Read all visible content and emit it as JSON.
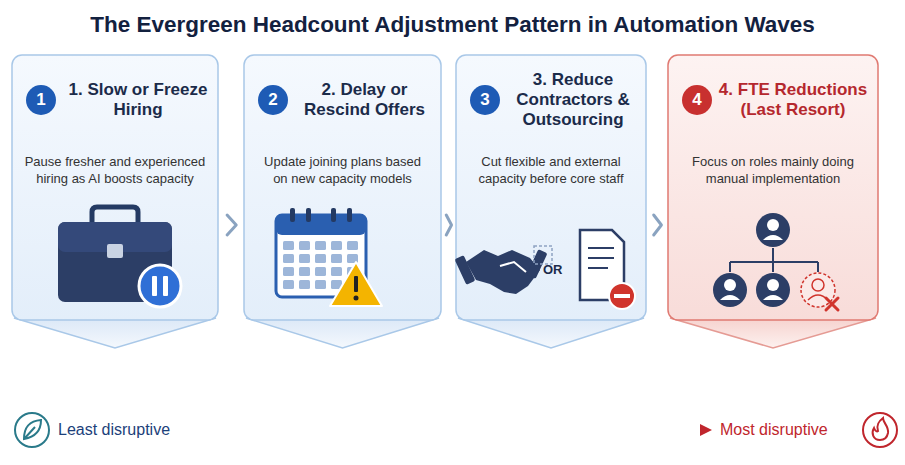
{
  "diagram": {
    "title": "The Evergreen Headcount Adjustment Pattern in Automation Waves",
    "nodes": [
      {
        "text": [
          "1. Slow or Freeze Hiring",
          "Pause fresher and experienced hiring as AI boosts capacity"
        ]
      },
      {
        "text": [
          "1"
        ],
        "in": 0
      },
      {
        "text": [
          "2. Delay or Rescind Offers",
          "Update joining plans based on new capacity models"
        ]
      },
      {
        "text": [
          "2"
        ],
        "in": 2
      },
      {
        "text": [
          "3. Reduce Contractors & Outsourcing",
          "Cut flexible and external capacity before core staff"
        ]
      },
      {
        "text": [
          "3"
        ],
        "in": 4
      },
      {
        "text": [
          "4. FTE Reductions (Last Resort)",
          "Focus on roles mainly doing manual implementation"
        ]
      },
      {
        "text": [
          "4"
        ],
        "in": 6
      }
    ],
    "edges": [
      {
        "from": 0,
        "to": 2,
        "arrow": "to"
      },
      {
        "from": 2,
        "to": 4,
        "arrow": "to"
      },
      {
        "from": 4,
        "to": 6,
        "arrow": "to"
      }
    ],
    "labels": [
      "OR",
      "Least disruptive",
      "Most disruptive"
    ]
  }
}
